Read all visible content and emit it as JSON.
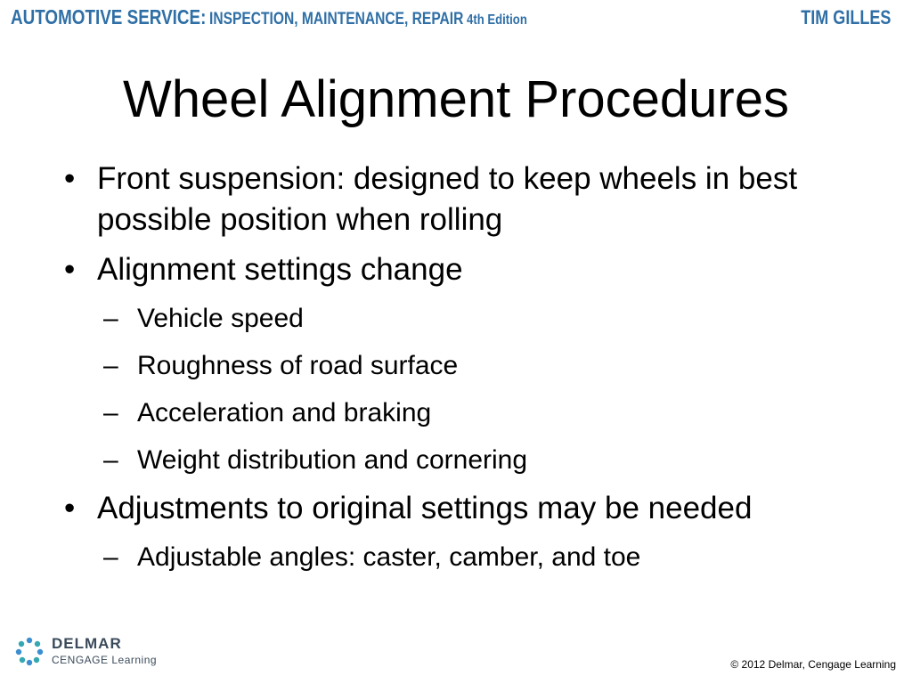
{
  "header": {
    "series_main": "AUTOMOTIVE SERVICE:",
    "series_sub": "INSPECTION, MAINTENANCE, REPAIR",
    "edition": "4th Edition",
    "author": "TIM GILLES"
  },
  "title": "Wheel Alignment Procedures",
  "content": {
    "bullet_1": "Front suspension: designed to keep wheels in best possible position when rolling",
    "bullet_2": "Alignment settings change",
    "bullet_2_subs": [
      "Vehicle speed",
      "Roughness of road surface",
      "Acceleration and braking",
      "Weight distribution and cornering"
    ],
    "bullet_3": "Adjustments to original settings may be needed",
    "bullet_3_subs": [
      "Adjustable angles: caster, camber, and toe"
    ],
    "bullet_marker": "•",
    "dash_marker": "–"
  },
  "footer": {
    "logo_word": "DELMAR",
    "logo_sub": "CENGAGE Learning",
    "copyright": "© 2012 Delmar, Cengage Learning"
  },
  "colors": {
    "header_blue": "#2f6fa6",
    "logo_blue": "#3b8fd0",
    "logo_teal": "#34a7b2"
  }
}
